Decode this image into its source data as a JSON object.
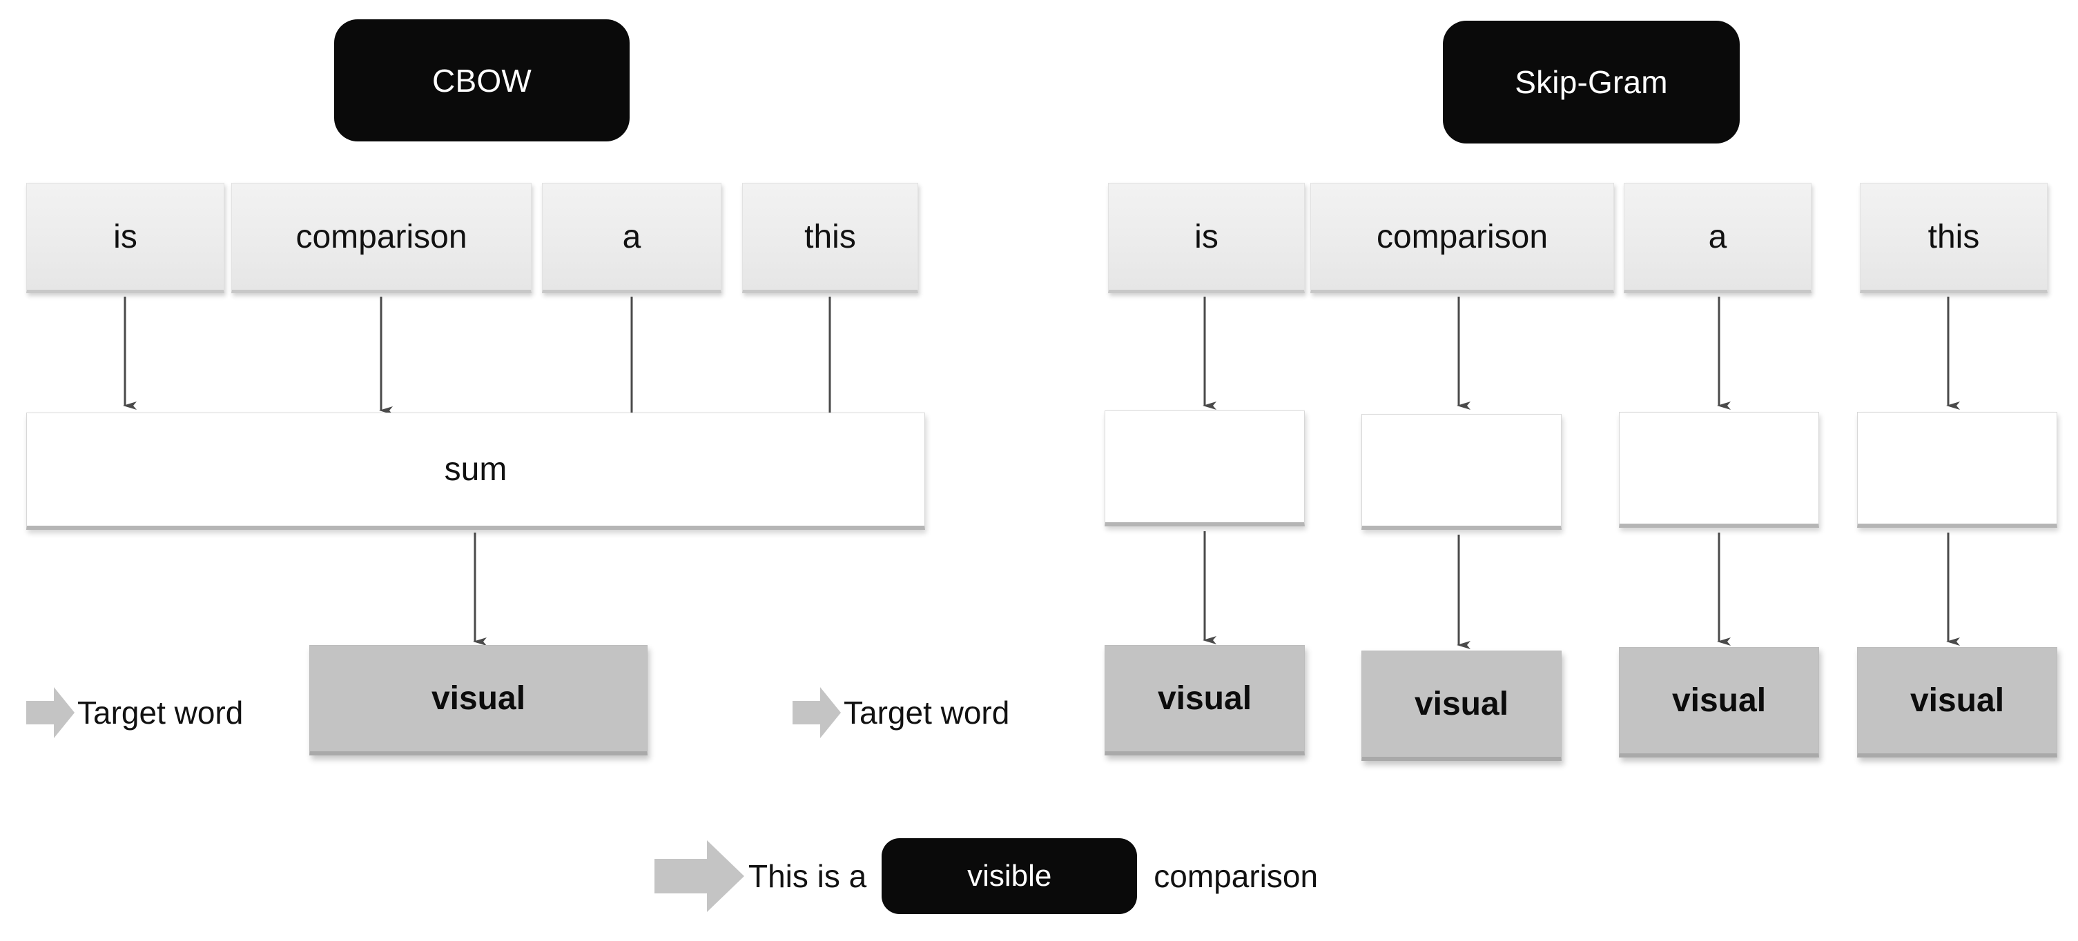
{
  "diagram": {
    "left_panel": {
      "title": "CBOW",
      "context_words": [
        "is",
        "comparison",
        "a",
        "this"
      ],
      "aggregate_label": "sum",
      "target_label": "Target word",
      "target_words": [
        "visual"
      ]
    },
    "right_panel": {
      "title": "Skip-Gram",
      "context_words": [
        "is",
        "comparison",
        "a",
        "this"
      ],
      "projection_labels": [
        "",
        "",
        "",
        ""
      ],
      "target_label": "Target word",
      "target_words": [
        "visual",
        "visual",
        "visual",
        "visual"
      ]
    },
    "caption": {
      "prefix": "This is a",
      "highlight": "visible",
      "suffix": "comparison"
    },
    "icons": {
      "block_arrow": "block-arrow-right-icon",
      "flow_arrow": "arrow-down-icon"
    },
    "colors": {
      "title_pill_bg": "#0a0a0a",
      "title_pill_text": "#ffffff",
      "word_box_bg": "#ececec",
      "white_box_bg": "#ffffff",
      "target_box_bg": "#c3c3c3",
      "block_arrow_fill": "#c4c4c4",
      "flow_arrow_stroke": "#4a4a4a",
      "page_bg": "#ffffff"
    }
  }
}
